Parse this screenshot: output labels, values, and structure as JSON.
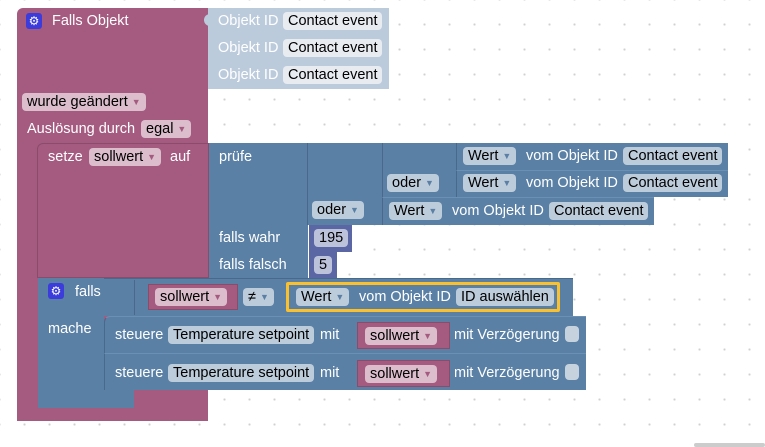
{
  "trigger": {
    "title": "Falls Objekt",
    "object_ids": [
      {
        "label": "Objekt ID",
        "value": "Contact event"
      },
      {
        "label": "Objekt ID",
        "value": "Contact event"
      },
      {
        "label": "Objekt ID",
        "value": "Contact event"
      }
    ],
    "change_mode": "wurde geändert",
    "trigger_by_label": "Auslösung durch",
    "trigger_by_value": "egal"
  },
  "set_var": {
    "label_set": "setze",
    "variable": "sollwert",
    "label_to": "auf",
    "ternary": {
      "label_check": "prüfe",
      "conditions": [
        {
          "prop": "Wert",
          "label": "vom Objekt ID",
          "value": "Contact event"
        },
        {
          "op": "oder",
          "prop": "Wert",
          "label": "vom Objekt ID",
          "value": "Contact event"
        },
        {
          "op": "oder",
          "prop": "Wert",
          "label": "vom Objekt ID",
          "value": "Contact event"
        }
      ],
      "label_true": "falls wahr",
      "value_true": "195",
      "label_false": "falls falsch",
      "value_false": "5"
    }
  },
  "if_block": {
    "label_if": "falls",
    "left_var": "sollwert",
    "operator": "≠",
    "right_prop": "Wert",
    "right_label": "vom Objekt ID",
    "right_value": "ID auswählen",
    "label_do": "mache",
    "actions": [
      {
        "label": "steuere",
        "target": "Temperature setpoint",
        "with": "mit",
        "var": "sollwert",
        "delay_label": "mit Verzögerung",
        "delay_checked": false
      },
      {
        "label": "steuere",
        "target": "Temperature setpoint",
        "with": "mit",
        "var": "sollwert",
        "delay_label": "mit Verzögerung",
        "delay_checked": false
      }
    ]
  },
  "icons": {
    "gear": "⚙",
    "dropdown": "▼"
  },
  "colors": {
    "event_block": "#a55b80",
    "logic_block": "#5b80a5",
    "math_block": "#5b67a5",
    "selected_outline": "#fbc02d"
  }
}
